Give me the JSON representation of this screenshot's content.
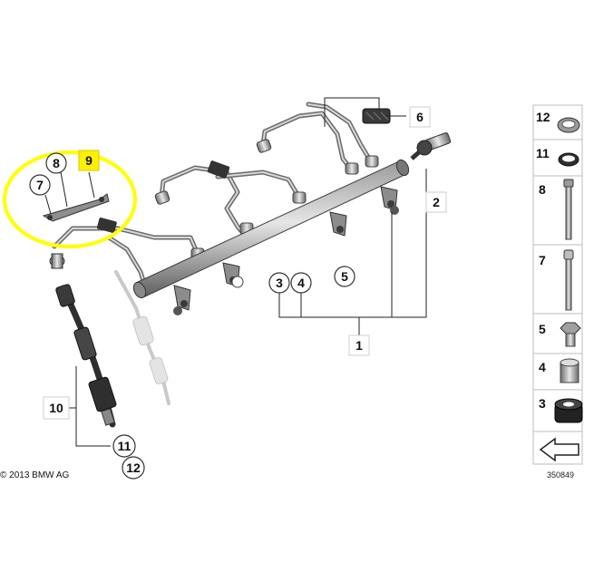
{
  "copyright": "© 2013 BMW AG",
  "diagram_ref": "350849",
  "highlight_color": "#ffff00",
  "callouts": {
    "c1": "1",
    "c2": "2",
    "c3": "3",
    "c4": "4",
    "c5": "5",
    "c6": "6",
    "c7": "7",
    "c8": "8",
    "c9": "9",
    "c10": "10",
    "c11": "11",
    "c12": "12"
  },
  "legend": {
    "r12": "12",
    "r11": "11",
    "r8": "8",
    "r7": "7",
    "r5": "5",
    "r4": "4",
    "r3": "3"
  },
  "icons": [
    "seal-ring-icon",
    "o-ring-icon",
    "bolt-icon",
    "stud-icon",
    "hex-nut-icon",
    "sleeve-icon",
    "grommet-icon",
    "nav-arrow-icon"
  ]
}
